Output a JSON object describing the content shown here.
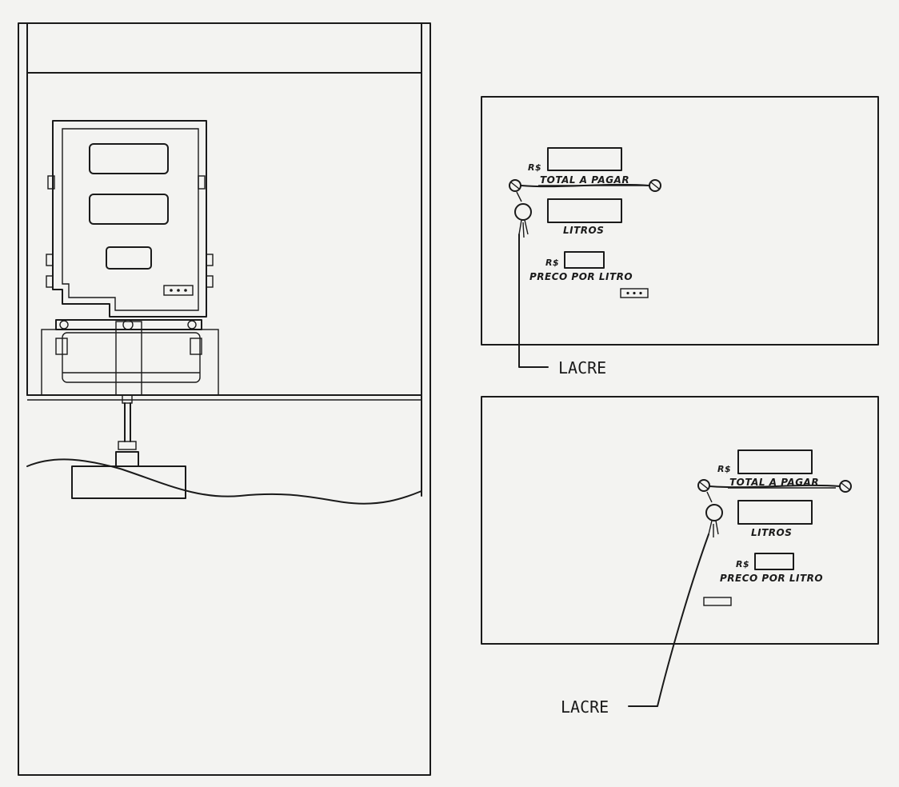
{
  "panel_top": {
    "currency_total": "R$",
    "total_label": "TOTAL A PAGAR",
    "liters_label": "LITROS",
    "currency_price": "R$",
    "price_label": "PRECO POR LITRO",
    "seal_callout": "LACRE"
  },
  "panel_bottom": {
    "currency_total": "R$",
    "total_label": "TOTAL A PAGAR",
    "liters_label": "LITROS",
    "currency_price": "R$",
    "price_label": "PRECO POR LITRO",
    "seal_callout": "LACRE"
  }
}
